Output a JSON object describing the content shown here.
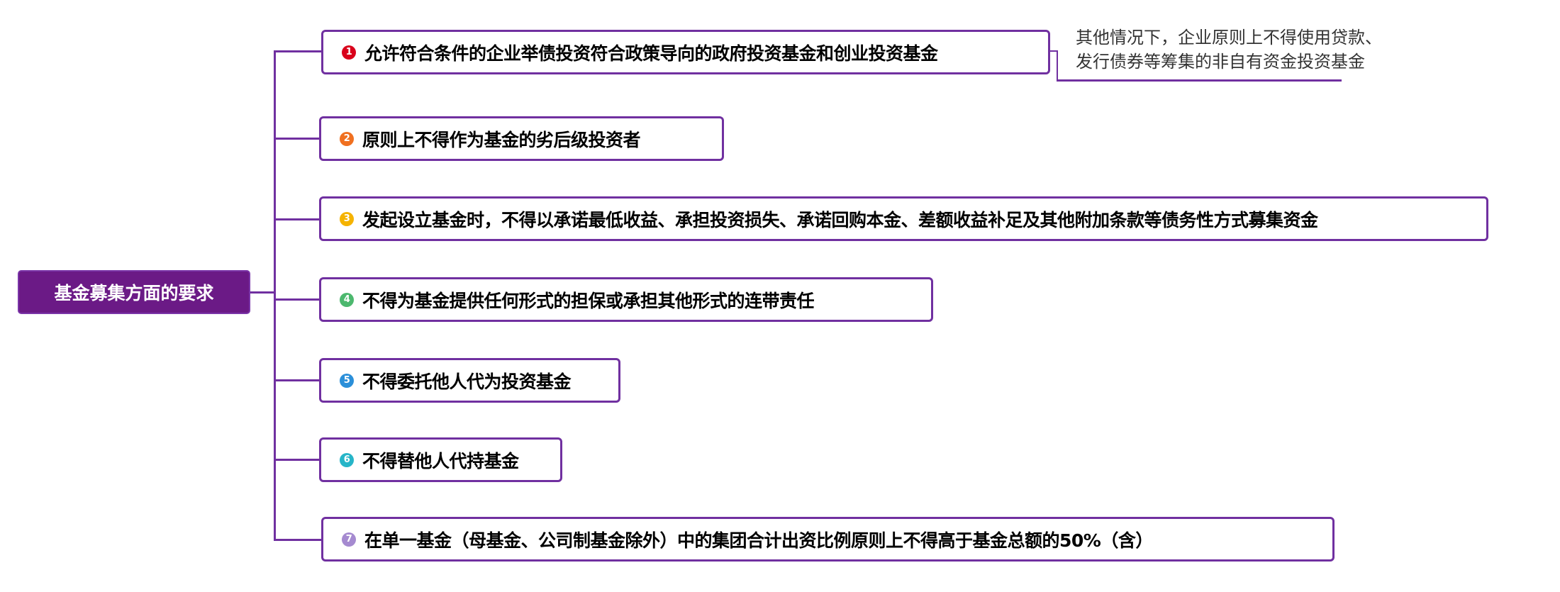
{
  "root": {
    "label": "基金募集方面的要求"
  },
  "branches": [
    {
      "num": "1",
      "color": "#d9001b",
      "label": "允许符合条件的企业举债投资符合政策导向的政府投资基金和创业投资基金"
    },
    {
      "num": "2",
      "color": "#f07020",
      "label": "原则上不得作为基金的劣后级投资者"
    },
    {
      "num": "3",
      "color": "#f5b300",
      "label": "发起设立基金时，不得以承诺最低收益、承担投资损失、承诺回购本金、差额收益补足及其他附加条款等债务性方式募集资金"
    },
    {
      "num": "4",
      "color": "#4cb86e",
      "label": "不得为基金提供任何形式的担保或承担其他形式的连带责任"
    },
    {
      "num": "5",
      "color": "#2b8fd9",
      "label": "不得委托他人代为投资基金"
    },
    {
      "num": "6",
      "color": "#26b5c8",
      "label": "不得替他人代持基金"
    },
    {
      "num": "7",
      "color": "#a58ad0",
      "label": "在单一基金（母基金、公司制基金除外）中的集团合计出资比例原则上不得高于基金总额的50%（含）"
    }
  ],
  "callout": {
    "line1": "其他情况下，企业原则上不得使用贷款、",
    "line2": "发行债券等筹集的非自有资金投资基金"
  },
  "colors": {
    "line": "#7030a0",
    "root_bg": "#6b1a86"
  }
}
